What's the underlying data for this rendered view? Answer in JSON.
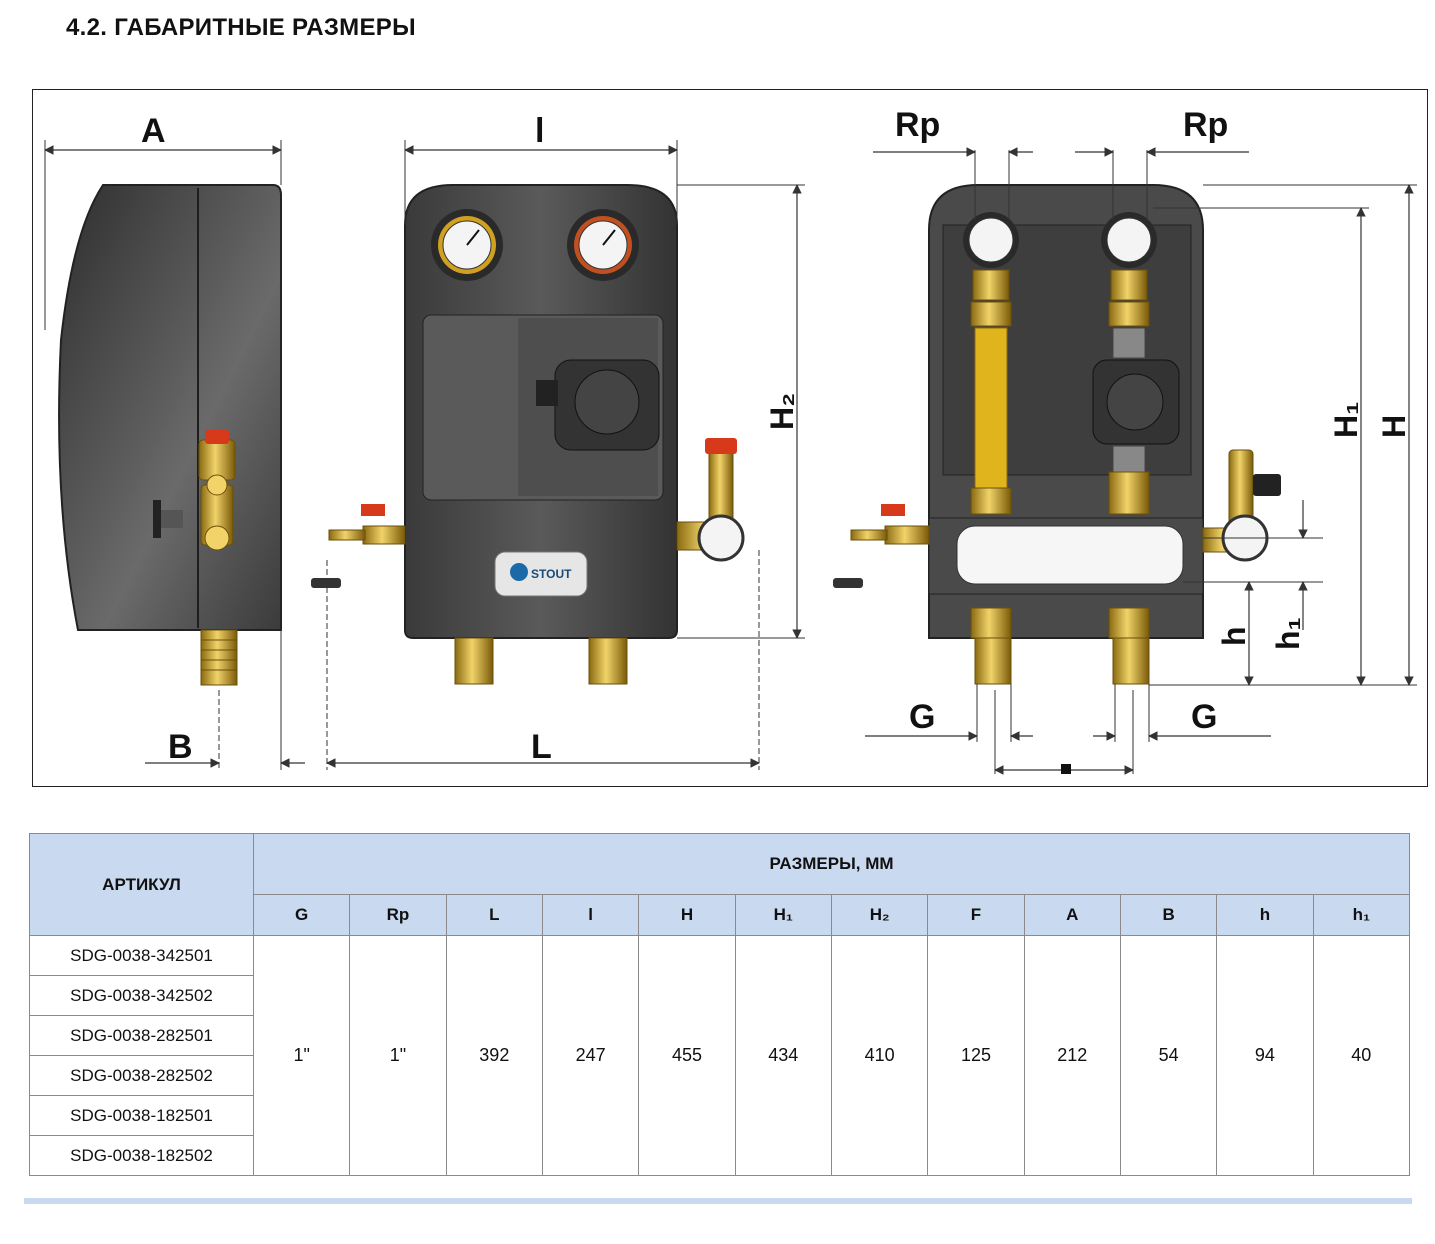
{
  "section": {
    "title": "4.2. ГАБАРИТНЫЕ РАЗМЕРЫ"
  },
  "drawing": {
    "labels": {
      "A": "A",
      "l": "l",
      "Rp_left": "Rp",
      "Rp_right": "Rp",
      "B": "B",
      "L": "L",
      "G_left": "G",
      "G_right": "G",
      "H2": "H₂",
      "H1": "H₁",
      "H": "H",
      "h": "h",
      "h1": "h₁"
    },
    "brand": "STOUT",
    "colors": {
      "body": "#4a4a4a",
      "brass": "#c9a227",
      "valve_red": "#d63a1a",
      "header_fill": "#c9daf0"
    }
  },
  "table": {
    "article_header": "АРТИКУЛ",
    "dims_header": "РАЗМЕРЫ, ММ",
    "columns": [
      "G",
      "Rp",
      "L",
      "l",
      "H",
      "H₁",
      "H₂",
      "F",
      "A",
      "B",
      "h",
      "h₁"
    ],
    "articles": [
      "SDG-0038-342501",
      "SDG-0038-342502",
      "SDG-0038-282501",
      "SDG-0038-282502",
      "SDG-0038-182501",
      "SDG-0038-182502"
    ],
    "values": [
      "1\"",
      "1\"",
      "392",
      "247",
      "455",
      "434",
      "410",
      "125",
      "212",
      "54",
      "94",
      "40"
    ]
  }
}
